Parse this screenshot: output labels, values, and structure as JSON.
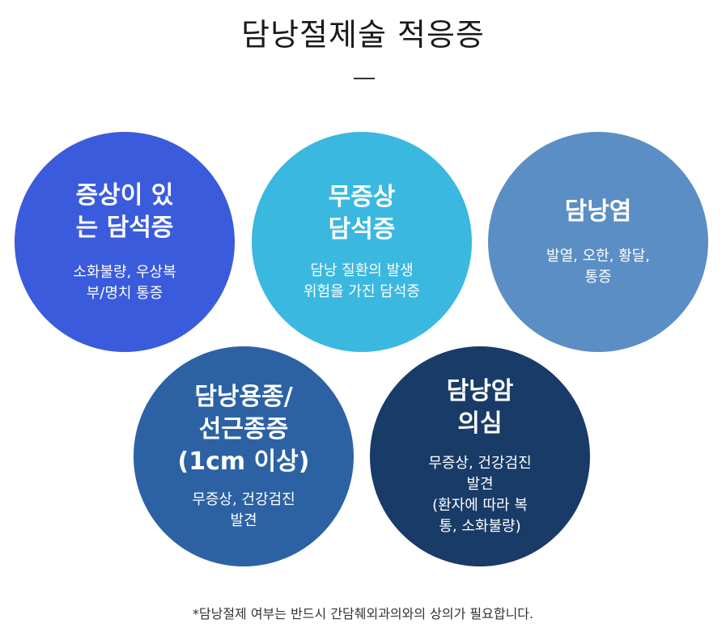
{
  "title": "담낭절제술 적응증",
  "colors": {
    "circle_1": "#3a5bdc",
    "circle_2": "#3ab8e0",
    "circle_3": "#5b8ec4",
    "circle_4": "#2c62a4",
    "circle_5": "#193b67"
  },
  "circles": [
    {
      "heading": "증상이 있\n는 담석증",
      "description": "소화불량, 우상복\n부/명치 통증"
    },
    {
      "heading": "무증상\n담석증",
      "description": "담낭 질환의 발생\n위험을 가진 담석증"
    },
    {
      "heading": "담낭염",
      "description": "발열, 오한, 황달,\n통증"
    },
    {
      "heading": "담낭용종/\n선근종증\n(1cm 이상)",
      "description": "무증상, 건강검진\n발견"
    },
    {
      "heading": "담낭암\n의심",
      "description": "무증상, 건강검진\n발견\n(환자에 따라 복\n통, 소화불량)"
    }
  ],
  "footnote": "*담낭절제 여부는 반드시 간담췌외과의와의 상의가 필요합니다."
}
